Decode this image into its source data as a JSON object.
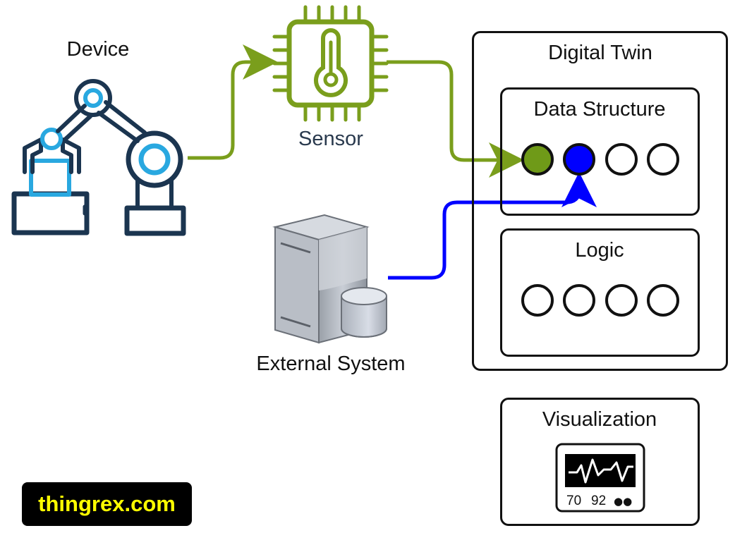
{
  "labels": {
    "device": "Device",
    "sensor": "Sensor",
    "external_system": "External System",
    "digital_twin": "Digital Twin",
    "data_structure": "Data Structure",
    "logic": "Logic",
    "visualization": "Visualization"
  },
  "monitor": {
    "value_a": "70",
    "value_b": "92",
    "dots": "●●"
  },
  "brand": {
    "text": "thingrex.com"
  },
  "colors": {
    "green_flow": "#7a9e1c",
    "blue_flow": "#0000ff",
    "robot_outline": "#1b3550",
    "robot_accent": "#29a8e0",
    "sensor_label": "#2a3a4e",
    "brand_bg": "#000000",
    "brand_text": "#ffff00"
  },
  "icons": {
    "device": "robot-arm-icon",
    "sensor": "thermometer-chip-icon",
    "external_system": "server-database-icon",
    "visualization": "heart-monitor-icon"
  }
}
